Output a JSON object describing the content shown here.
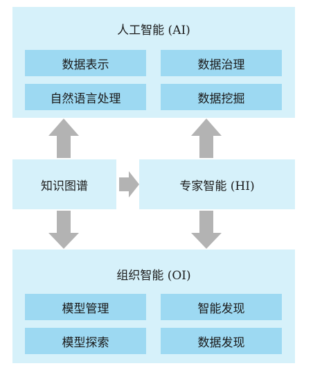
{
  "top_panel": {
    "title": "人工智能 (AI)",
    "cells": [
      "数据表示",
      "数据治理",
      "自然语言处理",
      "数据挖掘"
    ]
  },
  "middle": {
    "left_label": "知识图谱",
    "right_label": "专家智能 (HI)"
  },
  "bottom_panel": {
    "title": "组织智能 (OI)",
    "cells": [
      "模型管理",
      "智能发现",
      "模型探索",
      "数据发现"
    ]
  },
  "colors": {
    "panel_bg": "#d6f1fa",
    "cell_bg": "#9dd9f2",
    "arrow": "#b3b3b3"
  }
}
